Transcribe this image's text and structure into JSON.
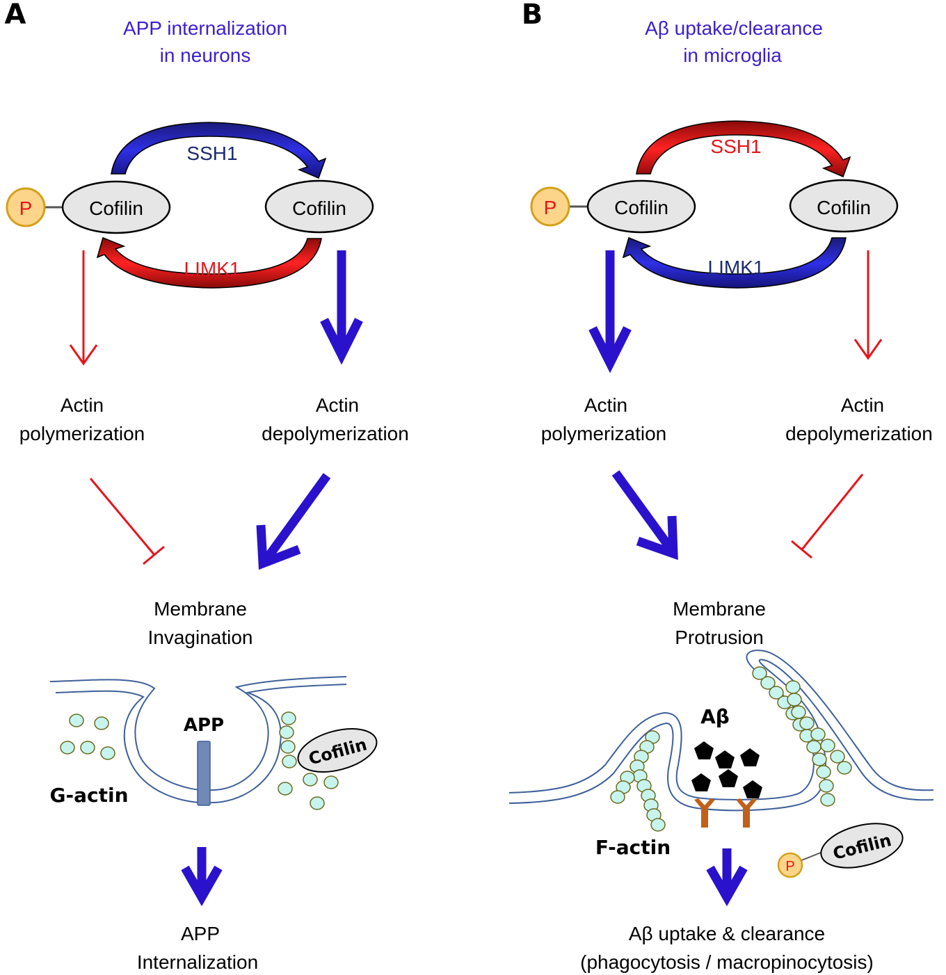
{
  "colors": {
    "blue": "#2a12cc",
    "navy": "#1a2a6e",
    "red": "#e8141b",
    "title_blue": "#3b1fcf",
    "membrane": "#3d5f9a",
    "actin_fill": "#c8f4ee",
    "actin_stroke": "#6b6a1f",
    "cofilin_fill": "#e6e6e6",
    "phospho_fill": "#fcd58a",
    "phospho_stroke": "#d4a017",
    "receptor": "#c0601a",
    "app_bar": "#7189b6"
  },
  "panel_a": {
    "letter": "A",
    "title_line1": "APP internalization",
    "title_line2": "in neurons",
    "phospho_label": "P",
    "cofilin_left": "Cofilin",
    "cofilin_right": "Cofilin",
    "top_enzyme": "SSH1",
    "bottom_enzyme": "LIMK1",
    "left_outcome_line1": "Actin",
    "left_outcome_line2": "polymerization",
    "right_outcome_line1": "Actin",
    "right_outcome_line2": "depolymerization",
    "membrane_line1": "Membrane",
    "membrane_line2": "Invagination",
    "app_label": "APP",
    "gactin_label": "G-actin",
    "cofilin_illustration": "Cofilin",
    "result_line1": "APP",
    "result_line2": "Internalization"
  },
  "panel_b": {
    "letter": "B",
    "title_line1": "Aβ uptake/clearance",
    "title_line2": "in microglia",
    "phospho_label": "P",
    "cofilin_left": "Cofilin",
    "cofilin_right": "Cofilin",
    "top_enzyme": "SSH1",
    "bottom_enzyme": "LIMK1",
    "left_outcome_line1": "Actin",
    "left_outcome_line2": "polymerization",
    "right_outcome_line1": "Actin",
    "right_outcome_line2": "depolymerization",
    "membrane_line1": "Membrane",
    "membrane_line2": "Protrusion",
    "abeta_label": "Aβ",
    "factin_label": "F-actin",
    "phospho_illustration": "P",
    "cofilin_illustration": "Cofilin",
    "result_line1": "Aβ uptake & clearance",
    "result_line2": "(phagocytosis / macropinocytosis)"
  }
}
